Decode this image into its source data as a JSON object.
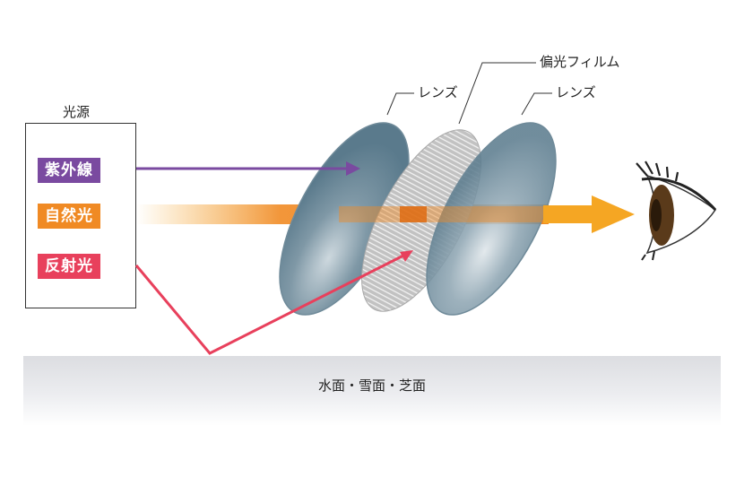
{
  "source": {
    "title": "光源",
    "items": [
      {
        "label": "紫外線",
        "color": "#7a4aa0"
      },
      {
        "label": "自然光",
        "color": "#f08a24"
      },
      {
        "label": "反射光",
        "color": "#e8405c"
      }
    ]
  },
  "callouts": {
    "lens_front": "レンズ",
    "film": "偏光フィルム",
    "lens_back": "レンズ"
  },
  "ground": {
    "label": "水面・雪面・芝面"
  },
  "colors": {
    "lens": "#5d7d8f",
    "film": "#b9b9b9",
    "arrow_natural": "#f5a623",
    "eye_iris": "#5a3a1a"
  }
}
